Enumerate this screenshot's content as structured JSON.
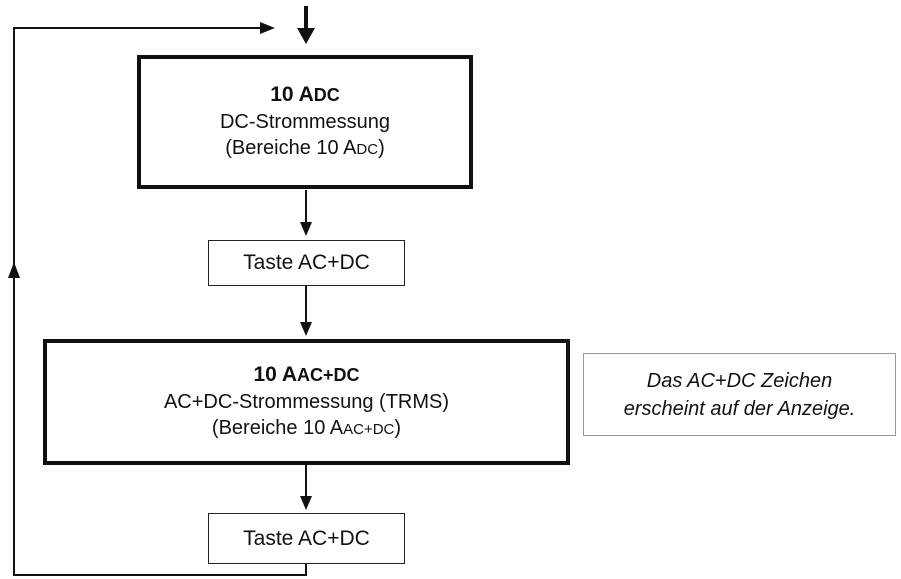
{
  "mode_dc": {
    "title_value": "10 A",
    "title_unit": "DC",
    "description": "DC-Strommessung",
    "range_prefix": "(Bereiche 10 A",
    "range_unit": "DC",
    "range_suffix": ")"
  },
  "button_1": {
    "label": "Taste AC+DC"
  },
  "mode_acdc": {
    "title_value": "10 A",
    "title_unit": "AC+DC",
    "description": "AC+DC-Strommessung (TRMS)",
    "range_prefix": "(Bereiche 10 A",
    "range_unit": "AC+DC",
    "range_suffix": ")"
  },
  "button_2": {
    "label": "Taste AC+DC"
  },
  "note": {
    "line1": "Das AC+DC Zeichen",
    "line2": "erscheint auf der Anzeige."
  }
}
